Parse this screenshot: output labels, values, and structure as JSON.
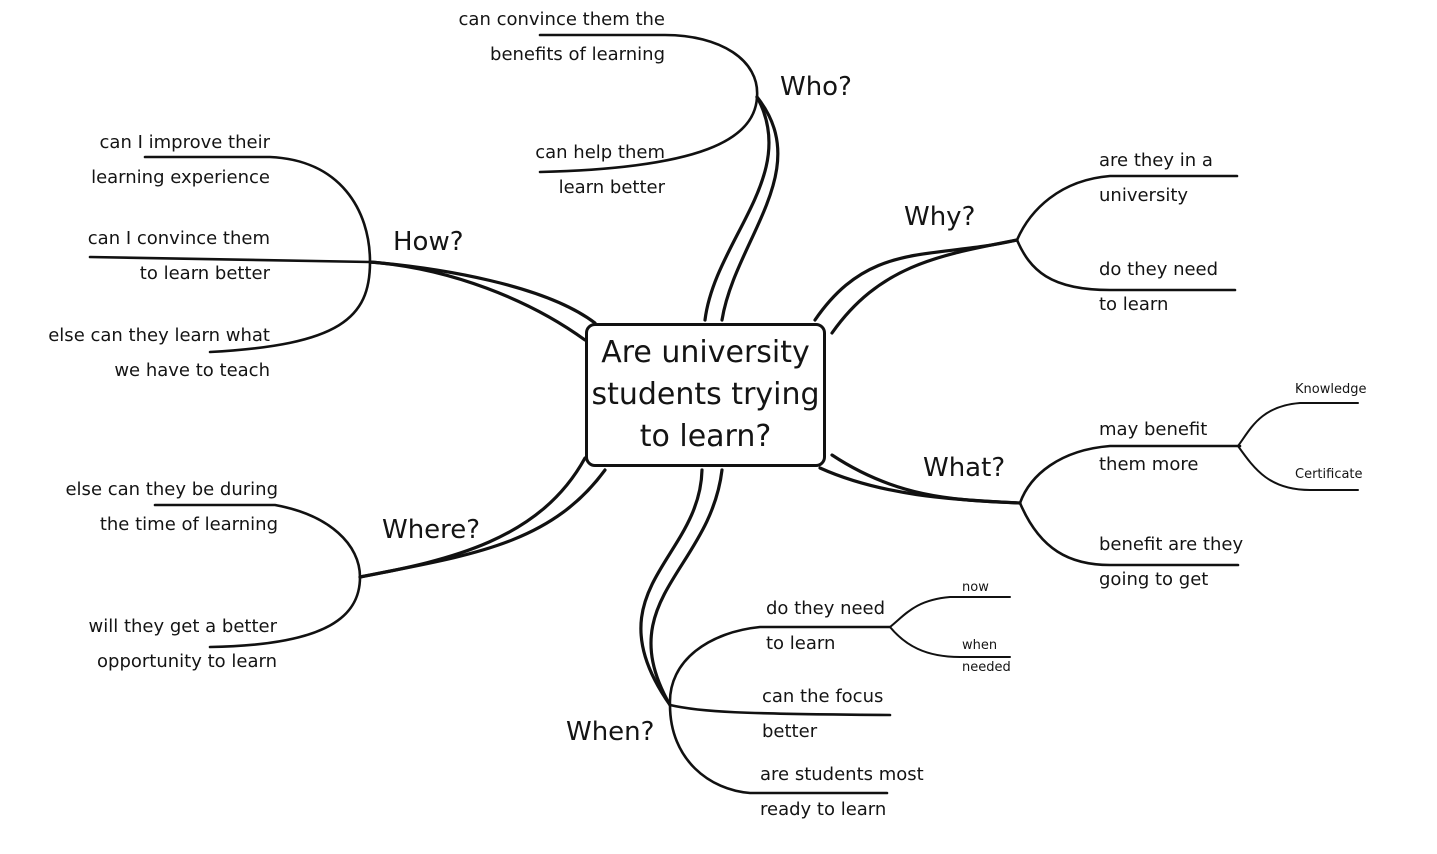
{
  "center": {
    "lines": [
      "Are university",
      "students trying",
      "to learn?"
    ]
  },
  "branches": {
    "who": {
      "label": "Who?",
      "leaves": [
        {
          "lines": [
            "can convince them the",
            "benefits of learning"
          ]
        },
        {
          "lines": [
            "can help them",
            "learn better"
          ]
        }
      ]
    },
    "how": {
      "label": "How?",
      "leaves": [
        {
          "lines": [
            "can I improve their",
            "learning experience"
          ]
        },
        {
          "lines": [
            "can I convince them",
            "to learn better"
          ]
        },
        {
          "lines": [
            "else can they learn what",
            "we have to teach"
          ]
        }
      ]
    },
    "why": {
      "label": "Why?",
      "leaves": [
        {
          "lines": [
            "are they in a",
            "university"
          ]
        },
        {
          "lines": [
            "do they need",
            "to learn"
          ]
        }
      ]
    },
    "what": {
      "label": "What?",
      "leaves": [
        {
          "lines": [
            "may benefit",
            "them more"
          ],
          "children": [
            "Knowledge",
            "Certificate"
          ]
        },
        {
          "lines": [
            "benefit are they",
            "going to get"
          ]
        }
      ]
    },
    "where": {
      "label": "Where?",
      "leaves": [
        {
          "lines": [
            "else can they be during",
            "the time of learning"
          ]
        },
        {
          "lines": [
            "will they get a better",
            "opportunity to learn"
          ]
        }
      ]
    },
    "when": {
      "label": "When?",
      "leaves": [
        {
          "lines": [
            "do they need",
            "to learn"
          ],
          "children": [
            "now",
            "when",
            "needed"
          ]
        },
        {
          "lines": [
            "can the focus",
            "better"
          ]
        },
        {
          "lines": [
            "are students most",
            "ready to learn"
          ]
        }
      ]
    }
  }
}
